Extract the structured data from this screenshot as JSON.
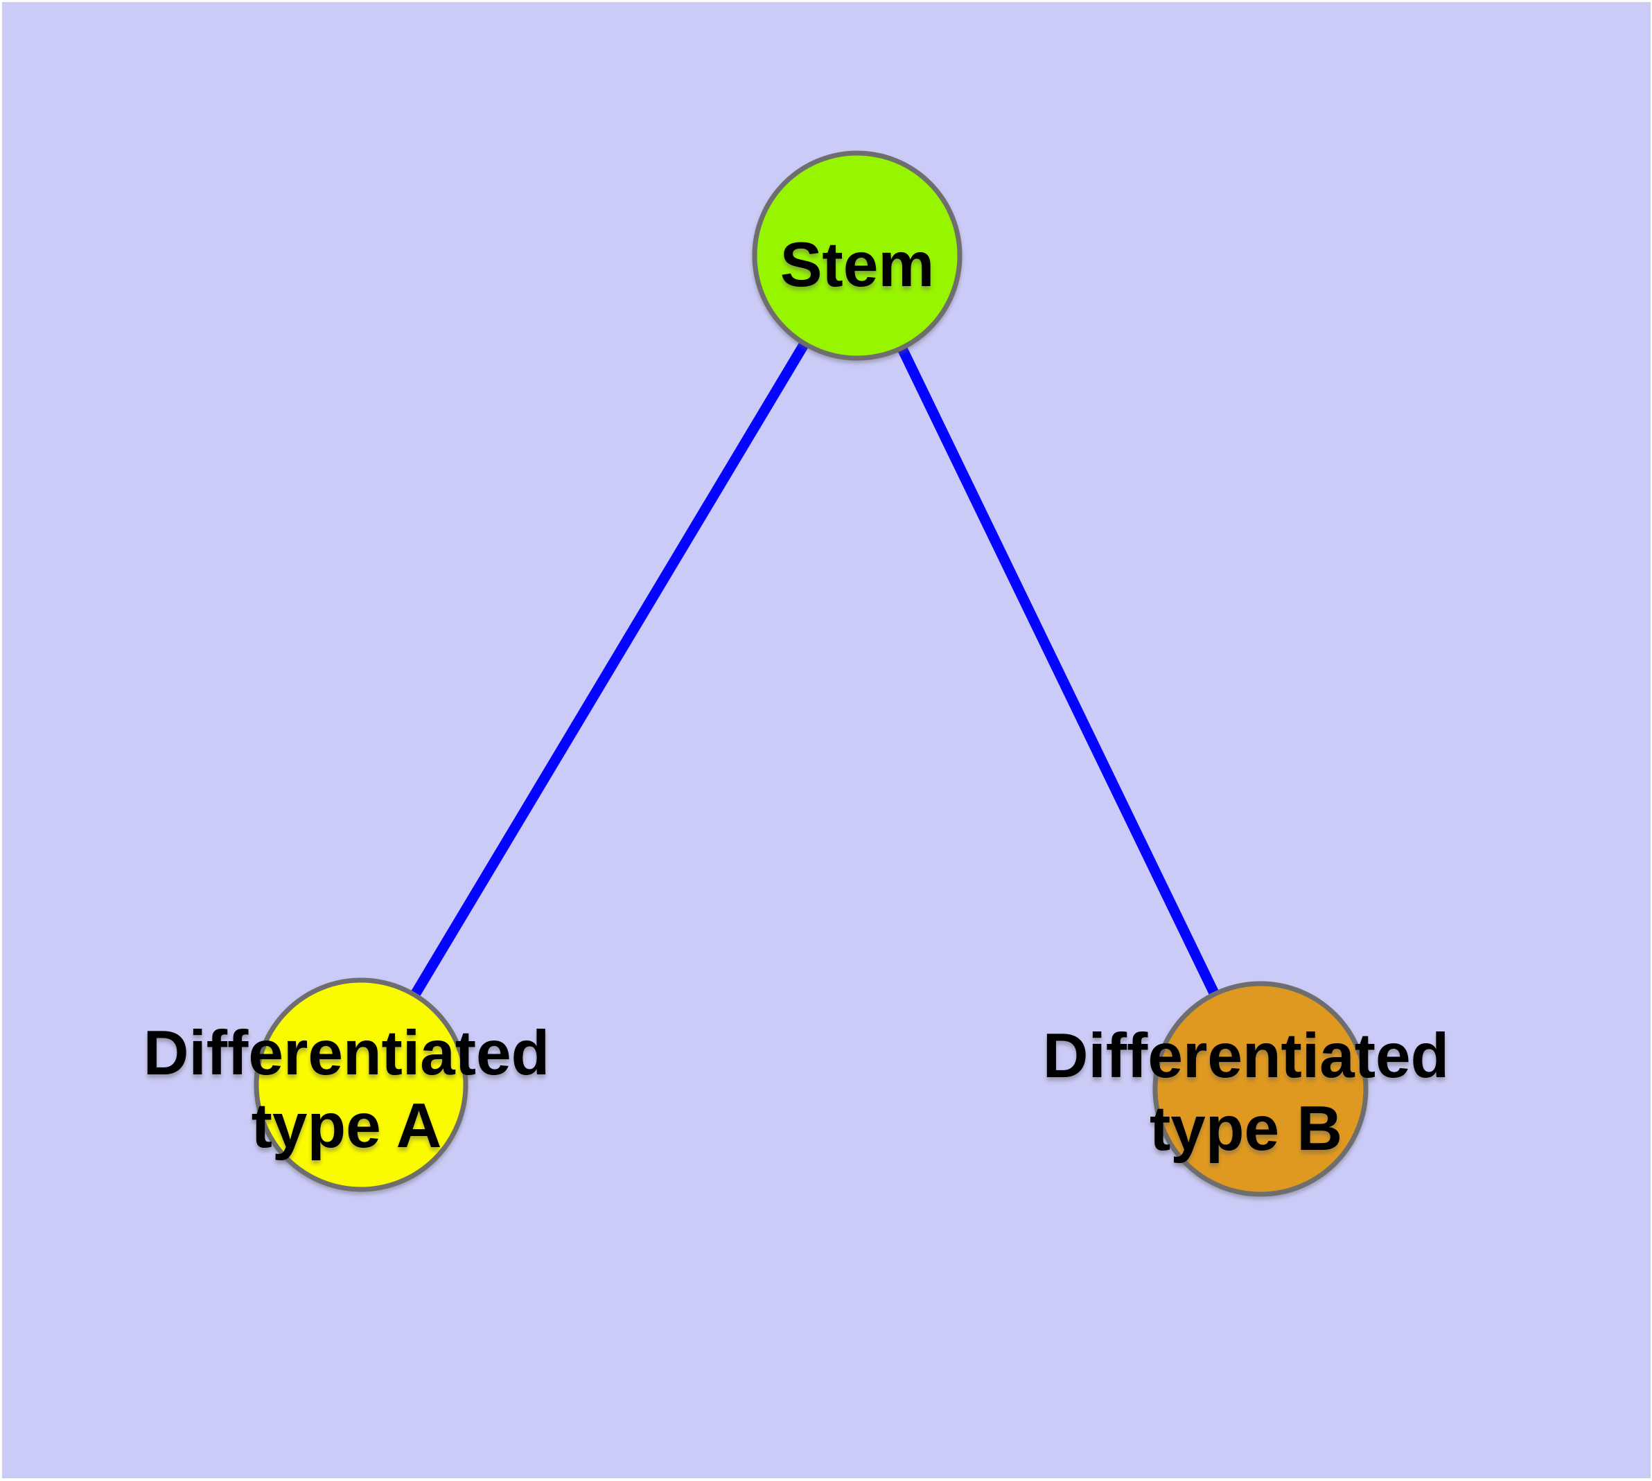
{
  "diagram": {
    "type": "node-link-graph",
    "description_of_pixels": "Three circular nodes connected by two straight blue edges forming a V shape on a lavender background",
    "background_color": "#cbcbf7",
    "outer_margin_color": "#ffffff"
  },
  "colors": {
    "background": "#cbcbf7",
    "edge": "#0404ff",
    "node_border": "#6e6e6e",
    "label_text": "#000000",
    "stem_fill": "#98f500",
    "type_a_fill": "#fbfb00",
    "type_b_fill": "#e09920"
  },
  "graph": {
    "nodes": [
      {
        "id": "stem",
        "label": "Stem",
        "shape": "circle",
        "fill": "#98f500"
      },
      {
        "id": "type_a",
        "label": "Differentiated type A",
        "shape": "circle",
        "fill": "#fbfb00"
      },
      {
        "id": "type_b",
        "label": "Differentiated type B",
        "shape": "circle",
        "fill": "#e09920"
      }
    ],
    "edges": [
      {
        "source": "Stem",
        "target": "Differentiated type A"
      },
      {
        "source": "Stem",
        "target": "Differentiated type B"
      }
    ]
  },
  "labels": {
    "stem": "Stem",
    "a_line1": "Differentiated",
    "a_line2": "type A",
    "b_line1": "Differentiated",
    "b_line2": "type B"
  }
}
